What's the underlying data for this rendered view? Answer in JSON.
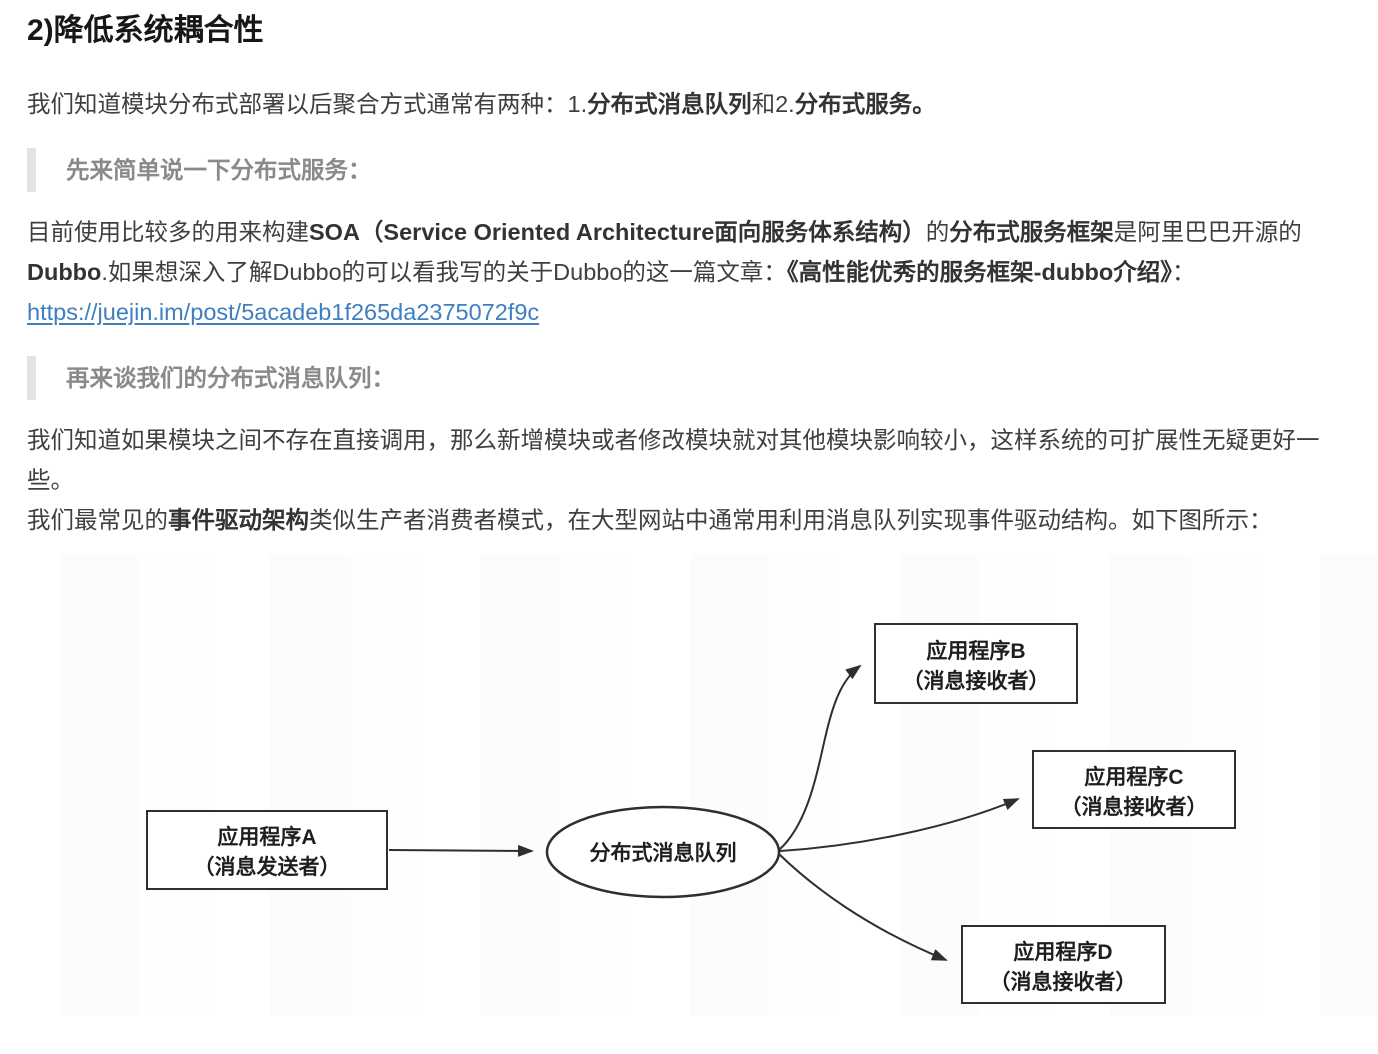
{
  "article": {
    "heading": "2)降低系统耦合性",
    "p1": {
      "pre": "我们知道模块分布式部署以后聚合方式通常有两种：1.",
      "bold1": "分布式消息队列",
      "mid": "和2.",
      "bold2": "分布式服务。"
    },
    "quote1": "先来简单说一下分布式服务：",
    "p2": {
      "t1": "目前使用比较多的用来构建",
      "b1": "SOA（Service Oriented Architecture面向服务体系结构）",
      "t2": "的",
      "b2": "分布式服务框架",
      "t3": "是阿里巴巴开源的",
      "b3": "Dubbo",
      "t4": ".如果想深入了解Dubbo的可以看我写的关于Dubbo的这一篇文章：",
      "b4": "《高性能优秀的服务框架-dubbo介绍》",
      "t5": "：",
      "link_text": "https://juejin.im/post/5acadeb1f265da2375072f9c",
      "link_href": "https://juejin.im/post/5acadeb1f265da2375072f9c"
    },
    "quote2": "再来谈我们的分布式消息队列：",
    "p3": "我们知道如果模块之间不存在直接调用，那么新增模块或者修改模块就对其他模块影响较小，这样系统的可扩展性无疑更好一些。",
    "p4": {
      "t1": "我们最常见的",
      "b1": "事件驱动架构",
      "t2": "类似生产者消费者模式，在大型网站中通常用利用消息队列实现事件驱动结构。如下图所示："
    }
  },
  "diagram": {
    "nodes": {
      "appA": {
        "line1": "应用程序A",
        "line2": "（消息发送者）"
      },
      "queue": {
        "label": "分布式消息队列"
      },
      "appB": {
        "line1": "应用程序B",
        "line2": "（消息接收者）"
      },
      "appC": {
        "line1": "应用程序C",
        "line2": "（消息接收者）"
      },
      "appD": {
        "line1": "应用程序D",
        "line2": "（消息接收者）"
      }
    }
  },
  "colors": {
    "heading_text": "#171717",
    "body_text": "#3f3f3f",
    "quote_text": "#8a8a8a",
    "quote_bar": "#e3e3e3",
    "link": "#3e7fc1",
    "diagram_stroke": "#2f2f2f"
  }
}
